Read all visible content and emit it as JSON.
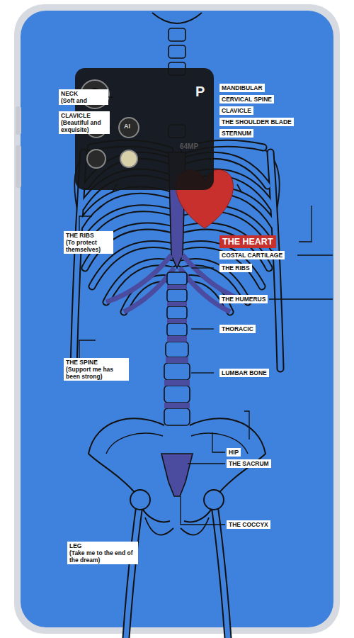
{
  "diagram": {
    "nodes": [
      {
        "text": [
          "MANDIBULAR"
        ]
      },
      {
        "text": [
          "NECK",
          "(Soft and"
        ]
      },
      {
        "text": [
          "CERVICAL SPINE"
        ]
      },
      {
        "text": [
          "CLAVICLE"
        ]
      },
      {
        "text": [
          "CLAVICLE",
          "(Beautiful and exquisite)"
        ]
      },
      {
        "text": [
          "THE SHOULDER BLADE"
        ]
      },
      {
        "text": [
          "STERNUM"
        ]
      },
      {
        "text": [
          "THE RIBS",
          "(To protect themselves)"
        ]
      },
      {
        "text": [
          "THE HEART"
        ]
      },
      {
        "text": [
          "COSTAL CARTILAGE"
        ]
      },
      {
        "text": [
          "THE RIBS"
        ]
      },
      {
        "text": [
          "THE HUMERUS"
        ]
      },
      {
        "text": [
          "THORACIC"
        ]
      },
      {
        "text": [
          "THE SPINE",
          "(Support me has been strong)"
        ]
      },
      {
        "text": [
          "LUMBAR BONE"
        ]
      },
      {
        "text": [
          "HIP"
        ]
      },
      {
        "text": [
          "THE SACRUM"
        ]
      },
      {
        "text": [
          "THE COCCYX"
        ]
      },
      {
        "text": [
          "LEG",
          "(Take me to the end of the dream)"
        ]
      }
    ],
    "labels": [
      "P",
      "AI",
      "64MP"
    ]
  }
}
